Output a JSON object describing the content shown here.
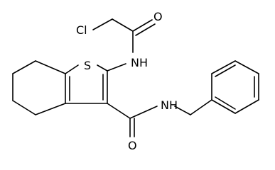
{
  "molecule": {
    "atoms": {
      "chlorine": "Cl",
      "acyl_oxygen": "O",
      "sulfur": "S",
      "amide_nitrogen_1": "NH",
      "amide_nitrogen_2": "N",
      "amide_hydrogen_2": "H",
      "carboxamide_oxygen": "O"
    }
  }
}
